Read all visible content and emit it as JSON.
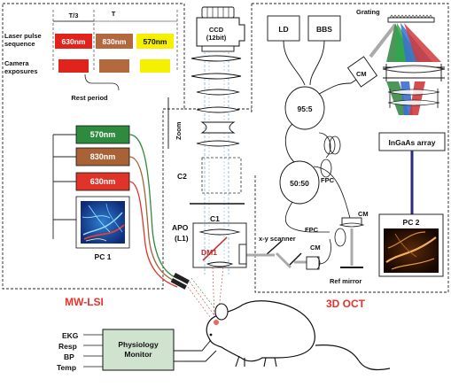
{
  "timing": {
    "t3_label": "T/3",
    "t_label": "T",
    "laser_line1": "Laser pulse",
    "laser_line2": "sequence",
    "camera_line1": "Camera",
    "camera_line2": "exposures",
    "pulses": [
      "630nm",
      "830nm",
      "570nm"
    ],
    "rest_label": "Rest period"
  },
  "lsi": {
    "wavelengths": [
      "570nm",
      "830nm",
      "630nm"
    ],
    "pc_label": "PC 1",
    "section_label": "MW-LSI",
    "ccd_line1": "CCD",
    "ccd_line2": "(12bit)",
    "zoom_label": "Zoom",
    "c2_label": "C2",
    "c1_label": "C1",
    "apo_line1": "APO",
    "apo_line2": "(L1)",
    "dm_label": "DM1"
  },
  "oct": {
    "ld_label": "LD",
    "bbs_label": "BBS",
    "coupler1": "95:5",
    "coupler2": "50:50",
    "fpc1": "FPC",
    "fpc2": "FPC",
    "cm_spect": "CM",
    "cm_ref": "CM",
    "cm_sample": "CM",
    "grating_label": "Grating",
    "array_label": "InGaAs array",
    "pc_label": "PC 2",
    "scanner_label": "x-y scanner",
    "ref_label": "Ref mirror",
    "section_label": "3D OCT"
  },
  "monitor": {
    "line1": "Physiology",
    "line2": "Monitor",
    "inputs": [
      "EKG",
      "Resp",
      "BP",
      "Temp"
    ]
  },
  "colors": {
    "red_pulse": "#e0241c",
    "nir_pulse": "#b4683e",
    "yellow_pulse": "#f4f000",
    "green_box": "#2e8b3d",
    "brown_box": "#a86236",
    "red_box": "#e0342a",
    "label_red": "#e8312a",
    "monitor_fill": "#cfe3cf"
  }
}
